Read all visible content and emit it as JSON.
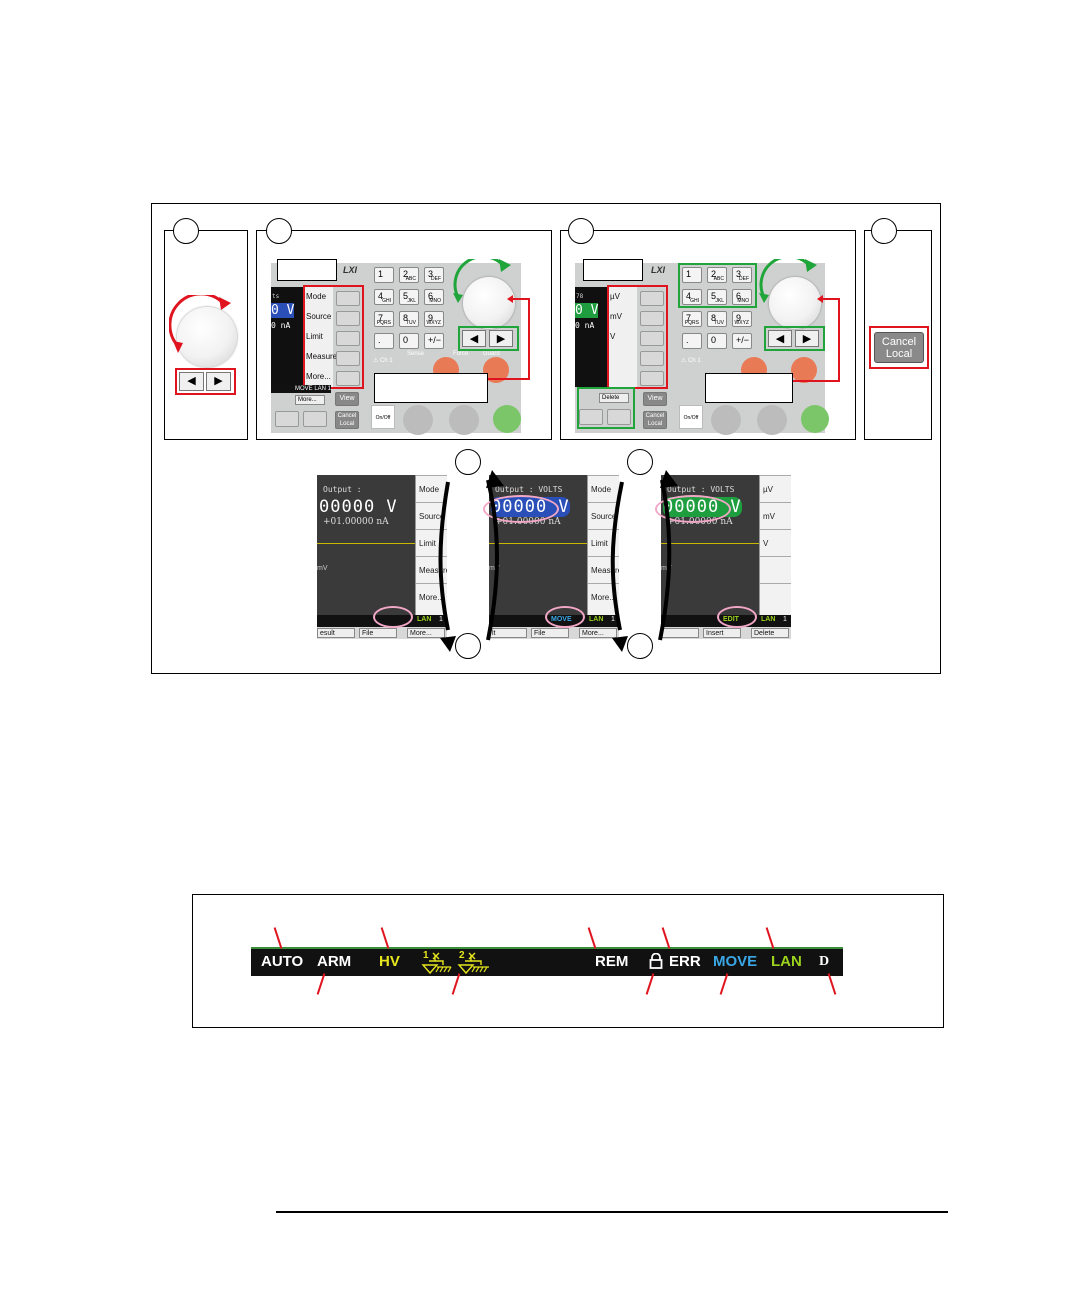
{
  "panel_steps": {
    "front_panel": {
      "brand_logo": "LXI",
      "keypad_keys": [
        {
          "digit": "1",
          "letters": ""
        },
        {
          "digit": "2",
          "letters": "ABC"
        },
        {
          "digit": "3",
          "letters": "DEF"
        },
        {
          "digit": "4",
          "letters": "GHI"
        },
        {
          "digit": "5",
          "letters": "JKL"
        },
        {
          "digit": "6",
          "letters": "MNO"
        },
        {
          "digit": "7",
          "letters": "PQRS"
        },
        {
          "digit": "8",
          "letters": "TUV"
        },
        {
          "digit": "9",
          "letters": "WXYZ"
        },
        {
          "digit": ".",
          "letters": ""
        },
        {
          "digit": "0",
          "letters": ""
        },
        {
          "digit": "+/−",
          "letters": ""
        }
      ],
      "view_button": "View",
      "cancel_local_button": "Cancel Local",
      "onoff_button": "On/Off",
      "channel_label": "Ch 1",
      "terminal_labels": [
        "Sense",
        "Force",
        "Guard"
      ],
      "high_label": "High",
      "low_label": "Low",
      "status_strip_text": "MOVE  LAN  1",
      "step2_menu": [
        "Mode",
        "Source",
        "Limit",
        "Measure",
        "More..."
      ],
      "step2_bottom_tab": "More...",
      "step3_menu": [
        "µV",
        "mV",
        "V",
        "",
        ""
      ],
      "step3_bottom_tab": "Delete",
      "readout_value": "0 V",
      "readout_current": "0 nA"
    },
    "step4_button": {
      "line1": "Cancel",
      "line2": "Local"
    }
  },
  "display_states": [
    {
      "output_label": "Output :",
      "voltage": "00000 V",
      "current": "+01.00000 nA",
      "side_text": "mV",
      "softkeys": [
        "Mode",
        "Source",
        "Limit",
        "Measure",
        "More..."
      ],
      "status_mode": "",
      "status_lan": "LAN",
      "status_num": "1",
      "tabs": [
        "esult",
        "File",
        "More..."
      ]
    },
    {
      "output_label": "Output : VOLTS",
      "voltage": "00000 V",
      "current": "+01.00000 nA",
      "side_text": "mV",
      "softkeys": [
        "Mode",
        "Source",
        "Limit",
        "Measure",
        "More..."
      ],
      "status_mode": "MOVE",
      "status_lan": "LAN",
      "status_num": "1",
      "tabs": [
        "lt",
        "File",
        "More..."
      ]
    },
    {
      "output_label": "Output : VOLTS",
      "voltage": "00000 V",
      "current": "+01.00000 nA",
      "side_text": "mV",
      "softkeys": [
        "µV",
        "mV",
        "V",
        "",
        ""
      ],
      "status_mode": "EDIT",
      "status_lan": "LAN",
      "status_num": "1",
      "tabs": [
        "",
        "Insert",
        "Delete"
      ]
    }
  ],
  "status_bar": {
    "indicators": [
      {
        "key": "auto",
        "text": "AUTO",
        "color": "#ffffff"
      },
      {
        "key": "arm",
        "text": "ARM",
        "color": "#ffffff"
      },
      {
        "key": "hv",
        "text": "HV",
        "color": "#e6e61e"
      },
      {
        "key": "ch1",
        "text": "1",
        "color": "#e6e61e"
      },
      {
        "key": "ch2",
        "text": "2",
        "color": "#e6e61e"
      },
      {
        "key": "rem",
        "text": "REM",
        "color": "#ffffff"
      },
      {
        "key": "lock",
        "text": "lock",
        "color": "#ffffff"
      },
      {
        "key": "err",
        "text": "ERR",
        "color": "#ffffff"
      },
      {
        "key": "move",
        "text": "MOVE",
        "color": "#3aa7e6"
      },
      {
        "key": "lan",
        "text": "LAN",
        "color": "#9ad21e"
      },
      {
        "key": "d",
        "text": "D",
        "color": "#ffffff"
      }
    ]
  },
  "colors": {
    "red_highlight": "#e0141e",
    "green_highlight": "#1fa53a",
    "blue_select": "#2a4fb8",
    "green_select": "#1e9e3e",
    "pink_circle": "#f2a7c6"
  },
  "icons": [
    "rotary-knob-icon",
    "left-arrow-icon",
    "right-arrow-icon",
    "rotate-arrow-icon",
    "lock-icon",
    "ground-symbol-icon",
    "cycle-arrow-icon"
  ]
}
